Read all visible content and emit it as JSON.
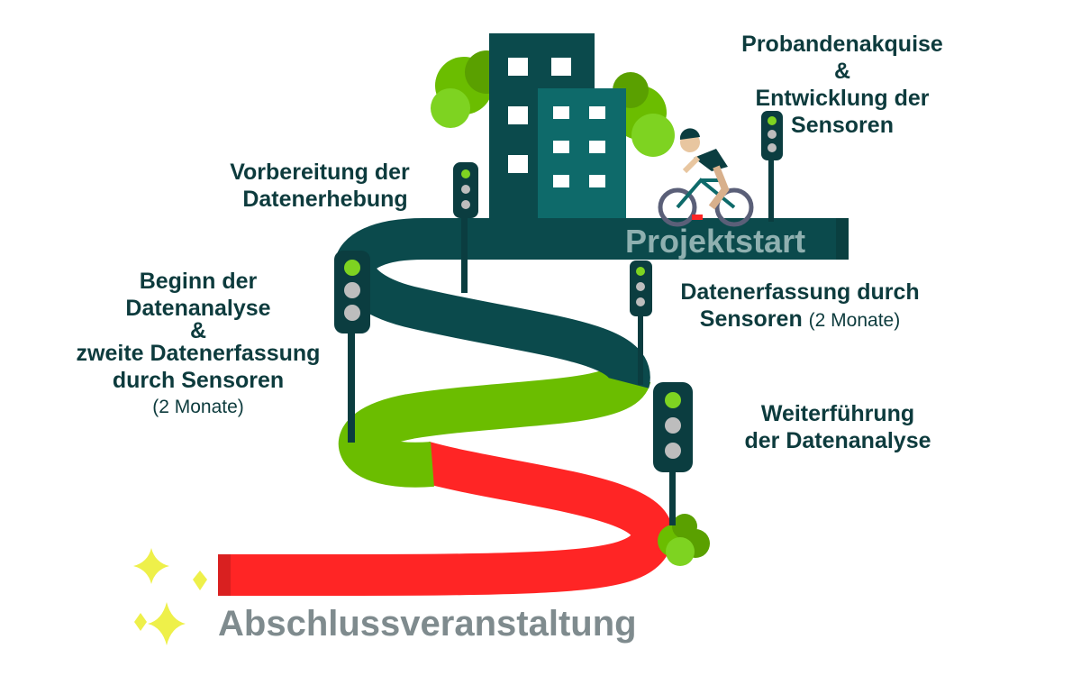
{
  "milestones": {
    "start": "Projektstart",
    "end": "Abschlussveranstaltung",
    "probanden": {
      "line1": "Probandenakquise",
      "line2": "&",
      "line3": "Entwicklung der",
      "line4": "Sensoren"
    },
    "vorbereitung": {
      "line1": "Vorbereitung der",
      "line2": "Datenerhebung"
    },
    "datenerfassung": {
      "line1": "Datenerfassung durch",
      "line2": "Sensoren",
      "line2_small": "(2 Monate)"
    },
    "beginn": {
      "line1": "Beginn der",
      "line2": "Datenanalyse",
      "line3": "&",
      "line4": "zweite Datenerfassung",
      "line5": "durch Sensoren",
      "line6": "(2 Monate)"
    },
    "weiterfuehrung": {
      "line1": "Weiterführung",
      "line2": "der Datenanalyse"
    }
  },
  "colors": {
    "road_dark": "#0b4a4c",
    "road_green": "#6bbd00",
    "road_red": "#ff2525",
    "light_green": "#7ed321",
    "label": "#0d3b3d"
  }
}
